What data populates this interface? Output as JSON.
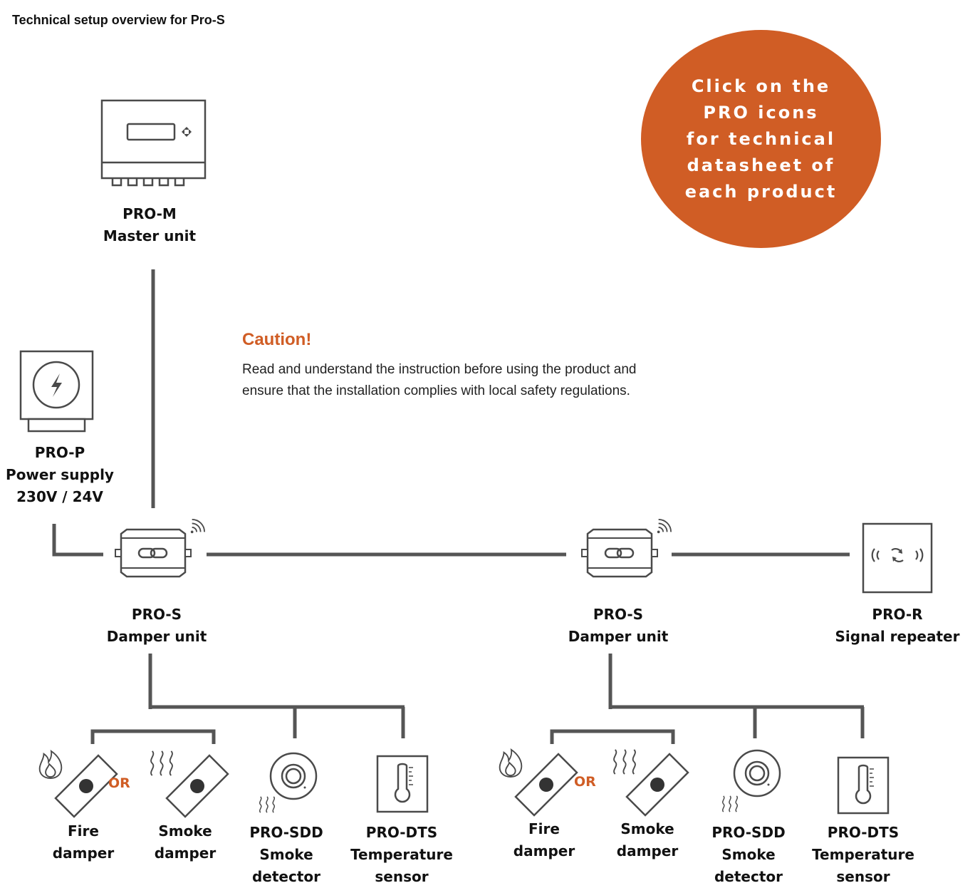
{
  "title": "Technical setup overview for Pro-S",
  "badge": {
    "lines": [
      "Click on the",
      "PRO icons",
      "for technical",
      "datasheet of",
      "each product"
    ]
  },
  "caution": {
    "heading": "Caution!",
    "line1": "Read and understand the instruction before using the product and",
    "line2": "ensure that the installation complies with local safety regulations."
  },
  "master": {
    "line1": "PRO-M",
    "line2": "Master unit"
  },
  "power": {
    "line1": "PRO-P",
    "line2": "Power supply",
    "line3": "230V / 24V"
  },
  "damper_units": [
    {
      "line1": "PRO-S",
      "line2": "Damper unit"
    },
    {
      "line1": "PRO-S",
      "line2": "Damper unit"
    }
  ],
  "repeater": {
    "line1": "PRO-R",
    "line2": "Signal repeater"
  },
  "groups": [
    {
      "fire": {
        "line1": "Fire",
        "line2": "damper"
      },
      "or": "OR",
      "smoke": {
        "line1": "Smoke",
        "line2": "damper"
      },
      "sdd": {
        "line1": "PRO-SDD",
        "line2": "Smoke",
        "line3": "detector"
      },
      "dts": {
        "line1": "PRO-DTS",
        "line2": "Temperature",
        "line3": "sensor"
      }
    },
    {
      "fire": {
        "line1": "Fire",
        "line2": "damper"
      },
      "or": "OR",
      "smoke": {
        "line1": "Smoke",
        "line2": "damper"
      },
      "sdd": {
        "line1": "PRO-SDD",
        "line2": "Smoke",
        "line3": "detector"
      },
      "dts": {
        "line1": "PRO-DTS",
        "line2": "Temperature",
        "line3": "sensor"
      }
    }
  ],
  "colors": {
    "accent": "#d05d25",
    "line": "#555555",
    "icon": "#4a4a4a"
  },
  "icons": [
    "master-unit-icon",
    "power-supply-icon",
    "damper-unit-icon",
    "signal-repeater-icon",
    "fire-icon",
    "smoke-icon",
    "smoke-detector-icon",
    "thermometer-icon",
    "wifi-icon"
  ]
}
